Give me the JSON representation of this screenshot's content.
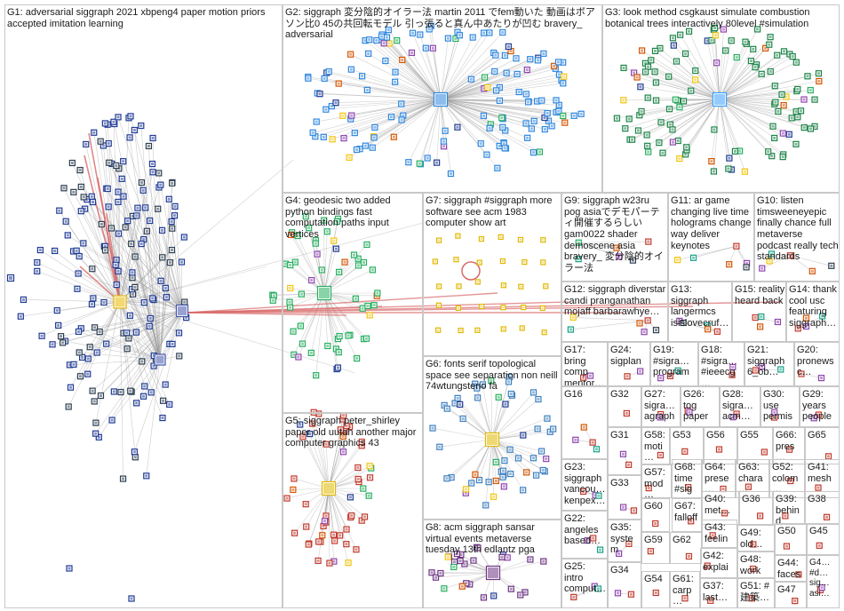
{
  "groups": [
    {
      "id": "G1",
      "label": "G1: adversarial siggraph 2021 xbpeng4 paper motion priors accepted imitation learning"
    },
    {
      "id": "G2",
      "label": "G2: siggraph 変分陰的オイラー法 martin 2011 でfem動いた 動画はポアソン比0 45の共回転モデル 引っ張ると真ん中あたりが凹む bravery_ adversarial"
    },
    {
      "id": "G3",
      "label": "G3: look method csgkaust simulate combustion botanical trees interactively 80level #simulation"
    },
    {
      "id": "G4",
      "label": "G4: geodesic two added python bindings fast computation paths input vertices"
    },
    {
      "id": "G7",
      "label": "G7: siggraph #siggraph more software see acm 1983 computer show art"
    },
    {
      "id": "G9",
      "label": "G9: siggraph w23ru pog asiaでデモパーティ開催するらしい gam0022 shader demoscene asia bravery_ 変分陰的オイラー法"
    },
    {
      "id": "G11",
      "label": "G11: ar game changing live time holograms change way deliver keynotes"
    },
    {
      "id": "G10",
      "label": "G10: listen timsweeneyepic finally chance full metaverse podcast really tech standards"
    },
    {
      "id": "G12",
      "label": "G12: siggraph diverstar candi pranganathan mojaff barbarawhye…"
    },
    {
      "id": "G13",
      "label": "G13: siggraph langermcs isislovecruf…"
    },
    {
      "id": "G15",
      "label": "G15: reality heard back"
    },
    {
      "id": "G14",
      "label": "G14: thank cool usc featuring siggraph…"
    },
    {
      "id": "G6",
      "label": "G6: fonts serif topological space see separation non neill 74wtungsteno fâ"
    },
    {
      "id": "G17",
      "label": "G17: bring comp mentor…"
    },
    {
      "id": "G24",
      "label": "G24: sigplan"
    },
    {
      "id": "G19",
      "label": "G19: #sigra… program…"
    },
    {
      "id": "G18",
      "label": "G18: #sigra… #ieeecg…"
    },
    {
      "id": "G21",
      "label": "G21: siggraph 6_ob…"
    },
    {
      "id": "G20",
      "label": "G20: pronews c…"
    },
    {
      "id": "G16",
      "label": "G16"
    },
    {
      "id": "G32",
      "label": "G32"
    },
    {
      "id": "G27",
      "label": "G27: sigra… agraph…"
    },
    {
      "id": "G26",
      "label": "G26: tog paper"
    },
    {
      "id": "G28",
      "label": "G28: sigra… acm…"
    },
    {
      "id": "G30",
      "label": "G30: use permis…"
    },
    {
      "id": "G29",
      "label": "G29: years people"
    },
    {
      "id": "G5",
      "label": "G5: siggraph peter_shirley paper old uutah another major computer graphics 43"
    },
    {
      "id": "G31",
      "label": "G31"
    },
    {
      "id": "G58",
      "label": "G58: moti…"
    },
    {
      "id": "G53",
      "label": "G53"
    },
    {
      "id": "G56",
      "label": "G56"
    },
    {
      "id": "G55",
      "label": "G55"
    },
    {
      "id": "G66",
      "label": "G66: pres…"
    },
    {
      "id": "G65",
      "label": "G65"
    },
    {
      "id": "G23",
      "label": "G23: siggraph vancou… kenpex…"
    },
    {
      "id": "G33",
      "label": "G33"
    },
    {
      "id": "G57",
      "label": "G57: mod…"
    },
    {
      "id": "G68",
      "label": "G68: time #sig…"
    },
    {
      "id": "G64",
      "label": "G64: prese…"
    },
    {
      "id": "G63",
      "label": "G63: chara…"
    },
    {
      "id": "G52",
      "label": "G52: colom…"
    },
    {
      "id": "G41",
      "label": "G41: mesh"
    },
    {
      "id": "G22",
      "label": "G22: angeles based…"
    },
    {
      "id": "G60",
      "label": "G60"
    },
    {
      "id": "G67",
      "label": "G67: falloff"
    },
    {
      "id": "G40",
      "label": "G40: met…"
    },
    {
      "id": "G36",
      "label": "G36"
    },
    {
      "id": "G39",
      "label": "G39: behind"
    },
    {
      "id": "G38",
      "label": "G38"
    },
    {
      "id": "G35",
      "label": "G35: system"
    },
    {
      "id": "G59",
      "label": "G59"
    },
    {
      "id": "G62",
      "label": "G62"
    },
    {
      "id": "G43",
      "label": "G43: feelin…"
    },
    {
      "id": "G49",
      "label": "G49: old…"
    },
    {
      "id": "G50",
      "label": "G50"
    },
    {
      "id": "G45",
      "label": "G45"
    },
    {
      "id": "G8",
      "label": "G8: acm siggraph sansar virtual events metaverse tuesday 13th edlantz pga"
    },
    {
      "id": "G25",
      "label": "G25: intro comput…"
    },
    {
      "id": "G34",
      "label": "G34"
    },
    {
      "id": "G54",
      "label": "G54"
    },
    {
      "id": "G61",
      "label": "G61: carp…"
    },
    {
      "id": "G42",
      "label": "G42: explai…"
    },
    {
      "id": "G48",
      "label": "G48: work"
    },
    {
      "id": "G37",
      "label": "G37: last…"
    },
    {
      "id": "G51",
      "label": "G51: # 建築…"
    },
    {
      "id": "G44",
      "label": "G44: faces"
    },
    {
      "id": "G47",
      "label": "G47"
    },
    {
      "id": "G46",
      "label": "G4… #d… sig… asi…"
    }
  ],
  "edge_colors": {
    "intra": "#9a9a9a",
    "inter": "#d86a6a"
  }
}
